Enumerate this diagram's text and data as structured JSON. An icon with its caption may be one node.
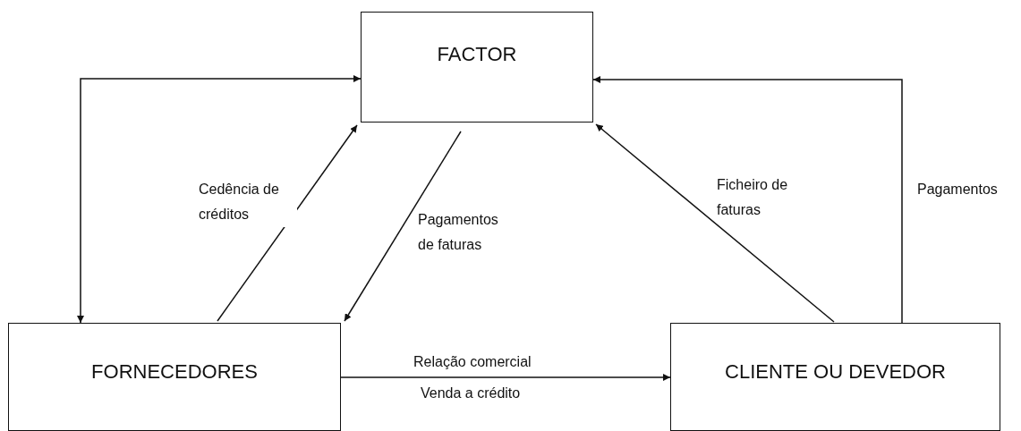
{
  "diagram": {
    "nodes": [
      {
        "text": [
          "FACTOR"
        ]
      },
      {
        "text": [
          "FORNECEDORES"
        ]
      },
      {
        "text": [
          "CLIENTE OU DEVEDOR"
        ]
      }
    ],
    "edges": [
      {
        "from": 1,
        "to": 0,
        "arrow": "both"
      },
      {
        "from": 1,
        "to": 0,
        "arrow": "to",
        "label": "Cedência de créditos"
      },
      {
        "from": 0,
        "to": 1,
        "arrow": "to",
        "label": "Pagamentos de faturas"
      },
      {
        "from": 1,
        "to": 2,
        "arrow": "to",
        "label": "Relação comercial"
      },
      {
        "from": 2,
        "to": 0,
        "arrow": "to",
        "label": "Ficheiro de faturas"
      },
      {
        "from": 2,
        "to": 0,
        "arrow": "to",
        "label": "Pagamentos"
      }
    ],
    "labels": [
      "Venda a crédito"
    ]
  }
}
